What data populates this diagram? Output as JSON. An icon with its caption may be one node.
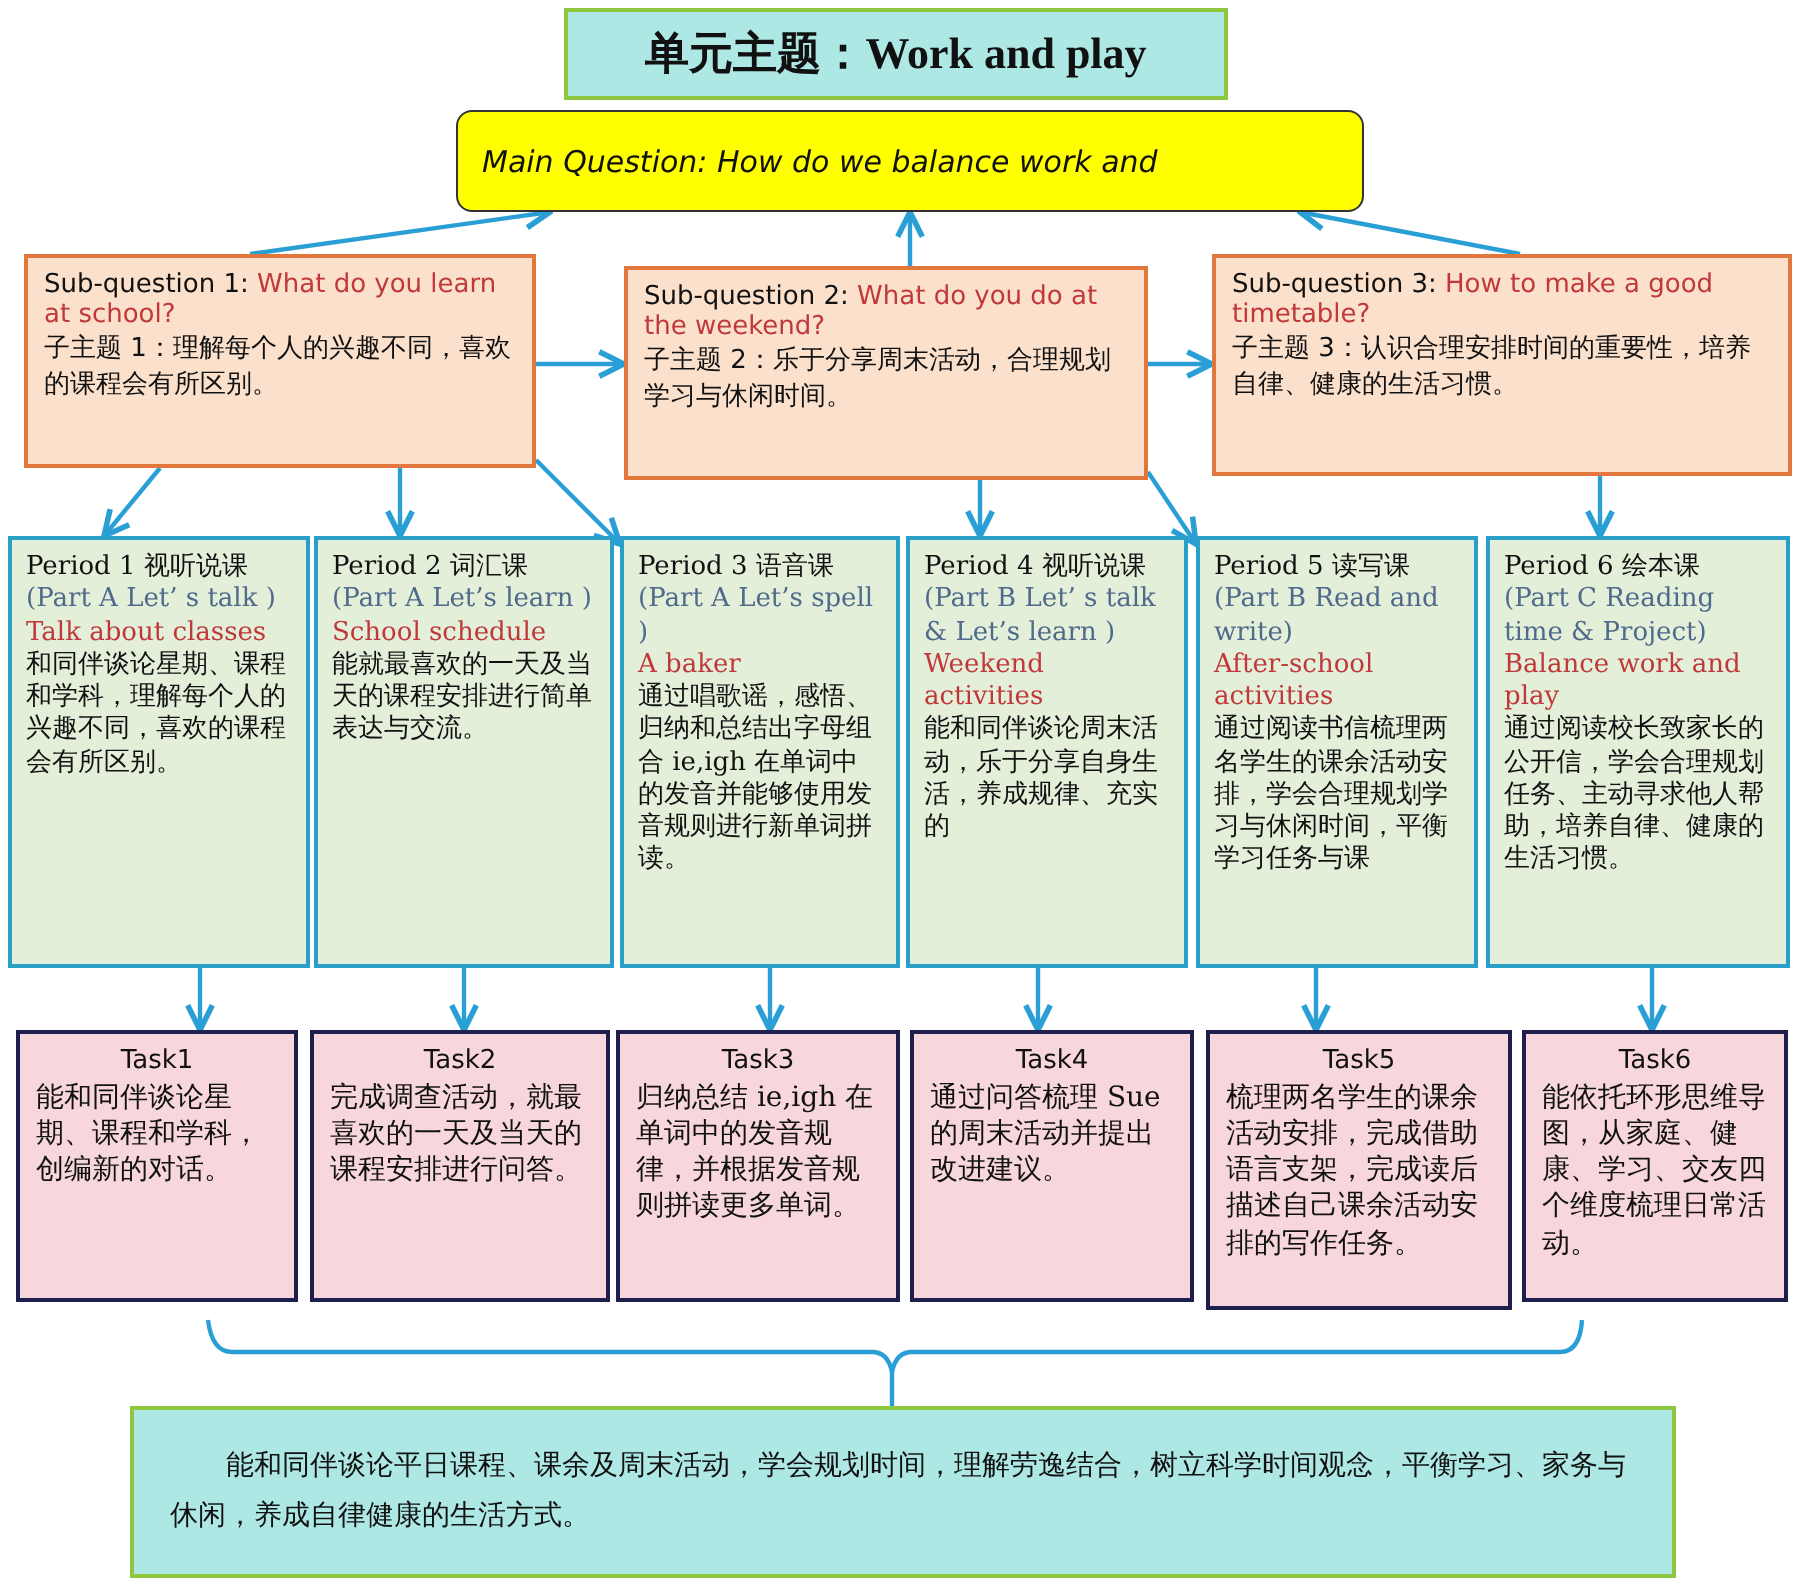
{
  "diagram": {
    "title": "单元主题：Work and play",
    "nodes": [
      {
        "text": [
          "Main Question: How do we balance work and"
        ]
      },
      {
        "text": [
          "Sub-question 1:",
          "What do you learn at school?",
          "子主题 1：理解每个人的兴趣不同，喜欢的课程会有所区别。"
        ]
      },
      {
        "text": [
          "Sub-question 2:",
          "What do you do at the weekend?",
          "子主题 2：乐于分享周末活动，合理规划学习与休闲时间。"
        ]
      },
      {
        "text": [
          "Sub-question 3:",
          "How to make a good timetable?",
          "子主题 3：认识合理安排时间的重要性，培养自律、健康的生活习惯。"
        ]
      },
      {
        "text": [
          "Period 1 视听说课",
          "(Part A Let’ s talk )",
          "Talk about classes",
          "和同伴谈论星期、课程和学科，理解每个人的兴趣不同，喜欢的课程会有所区别。"
        ]
      },
      {
        "text": [
          "Period 2 词汇课",
          "(Part A Let’s learn )",
          "School schedule",
          "能就最喜欢的一天及当天的课程安排进行简单表达与交流。"
        ]
      },
      {
        "text": [
          "Period 3 语音课",
          "(Part A Let’s spell )",
          "A baker",
          "通过唱歌谣，感悟、归纳和总结出字母组合 ie,igh 在单词中的发音并能够使用发音规则进行新单词拼读。"
        ]
      },
      {
        "text": [
          "Period 4 视听说课",
          "(Part B Let’ s talk & Let’s learn )",
          "Weekend activities",
          "能和同伴谈论周末活动，乐于分享自身生活，养成规律、充实的"
        ]
      },
      {
        "text": [
          "Period 5 读写课",
          "(Part B Read and write)",
          "After-school activities",
          "通过阅读书信梳理两名学生的课余活动安排，学会合理规划学习与休闲时间，平衡学习任务与课"
        ]
      },
      {
        "text": [
          "Period 6 绘本课",
          "(Part C Reading time & Project)",
          "Balance work and play",
          "通过阅读校长致家长的公开信，学会合理规划任务、主动寻求他人帮助，培养自律、健康的生活习惯。"
        ]
      },
      {
        "text": [
          "Task1",
          "能和同伴谈论星期、课程和学科，创编新的对话。"
        ]
      },
      {
        "text": [
          "Task2",
          "完成调查活动，就最喜欢的一天及当天的课程安排进行问答。"
        ]
      },
      {
        "text": [
          "Task3",
          "归纳总结 ie,igh 在单词中的发音规律，并根据发音规则拼读更多单词。"
        ]
      },
      {
        "text": [
          "Task4",
          "通过问答梳理 Sue 的周末活动并提出改进建议。"
        ]
      },
      {
        "text": [
          "Task5",
          "梳理两名学生的课余活动安排，完成借助语言支架，完成读后描述自己课余活动安排的写作任务。"
        ]
      },
      {
        "text": [
          "Task6",
          "能依托环形思维导图，从家庭、健康、学习、交友四个维度梳理日常活动。"
        ]
      },
      {
        "text": [
          "能和同伴谈论平日课程、课余及周末活动，学会规划时间，理解劳逸结合，树立科学时间观念，平衡学习、家务与休闲，养成自律健康的生活方式。"
        ]
      }
    ],
    "edges": [
      {
        "from": 1,
        "to": 0,
        "arrow": "to"
      },
      {
        "from": 2,
        "to": 0,
        "arrow": "to"
      },
      {
        "from": 3,
        "to": 0,
        "arrow": "to"
      },
      {
        "from": 1,
        "to": 2,
        "arrow": "to"
      },
      {
        "from": 2,
        "to": 3,
        "arrow": "to"
      },
      {
        "from": 1,
        "to": 4,
        "arrow": "to"
      },
      {
        "from": 1,
        "to": 5,
        "arrow": "to"
      },
      {
        "from": 1,
        "to": 6,
        "arrow": "to"
      },
      {
        "from": 2,
        "to": 7,
        "arrow": "to"
      },
      {
        "from": 2,
        "to": 8,
        "arrow": "to"
      },
      {
        "from": 3,
        "to": 9,
        "arrow": "to"
      },
      {
        "from": 4,
        "to": 10,
        "arrow": "to"
      },
      {
        "from": 5,
        "to": 11,
        "arrow": "to"
      },
      {
        "from": 6,
        "to": 12,
        "arrow": "to"
      },
      {
        "from": 7,
        "to": 13,
        "arrow": "to"
      },
      {
        "from": 8,
        "to": 14,
        "arrow": "to"
      },
      {
        "from": 9,
        "to": 15,
        "arrow": "to"
      }
    ]
  }
}
